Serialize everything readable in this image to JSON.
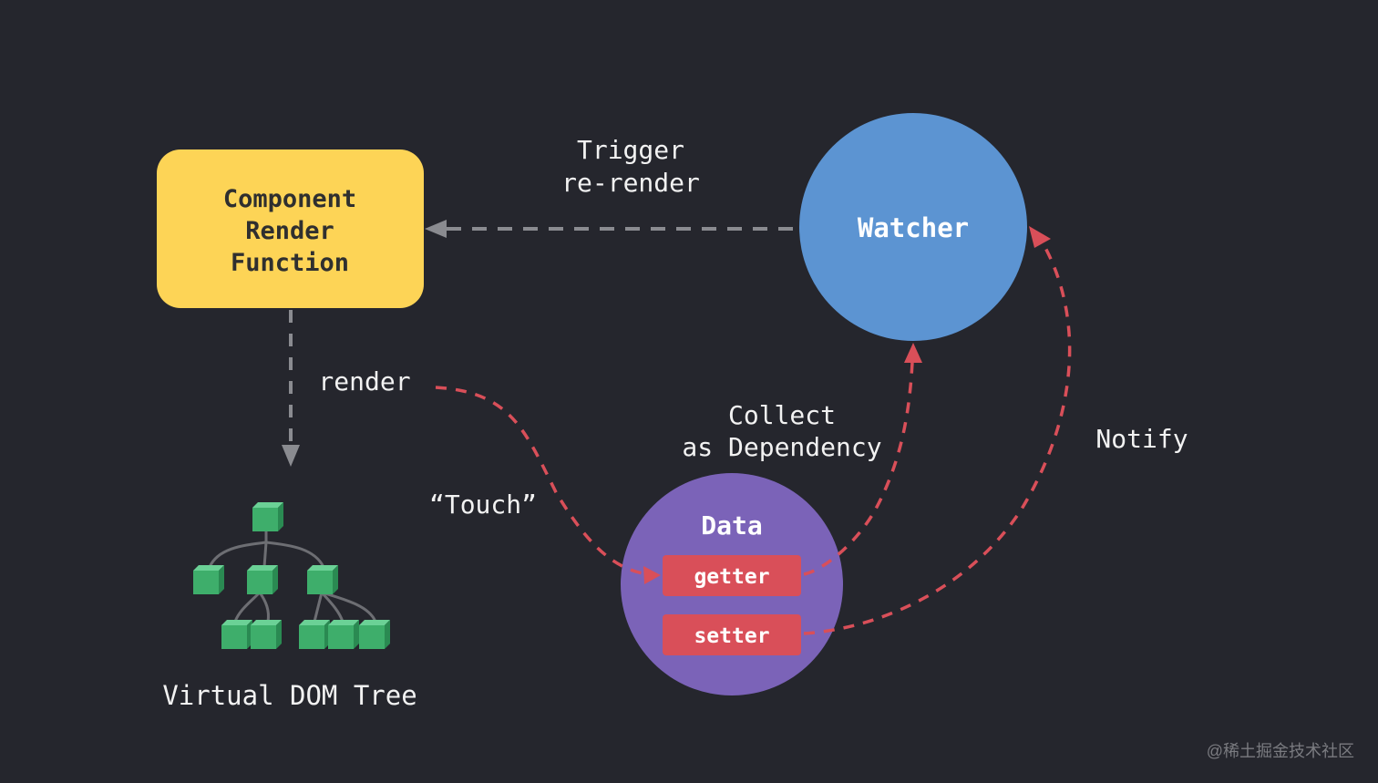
{
  "nodes": {
    "component": {
      "line1": "Component",
      "line2": "Render",
      "line3": "Function"
    },
    "watcher": {
      "label": "Watcher"
    },
    "data": {
      "label": "Data",
      "getter": "getter",
      "setter": "setter"
    },
    "vdom": {
      "label": "Virtual DOM Tree"
    }
  },
  "edges": {
    "trigger": {
      "line1": "Trigger",
      "line2": "re-render"
    },
    "render": "render",
    "touch": "“Touch”",
    "collect": {
      "line1": "Collect",
      "line2": "as Dependency"
    },
    "notify": "Notify"
  },
  "watermark": "@稀土掘金技术社区",
  "colors": {
    "background": "#25262d",
    "component": "#fdd456",
    "watcher": "#5c94d2",
    "data": "#7b63b8",
    "accessor": "#d94f59",
    "red_arrow": "#d94f59",
    "gray_arrow": "#8a8b90",
    "node_green": "#3eae6b",
    "text_light": "#f2f2f2",
    "text_dark": "#2f2f2f"
  }
}
